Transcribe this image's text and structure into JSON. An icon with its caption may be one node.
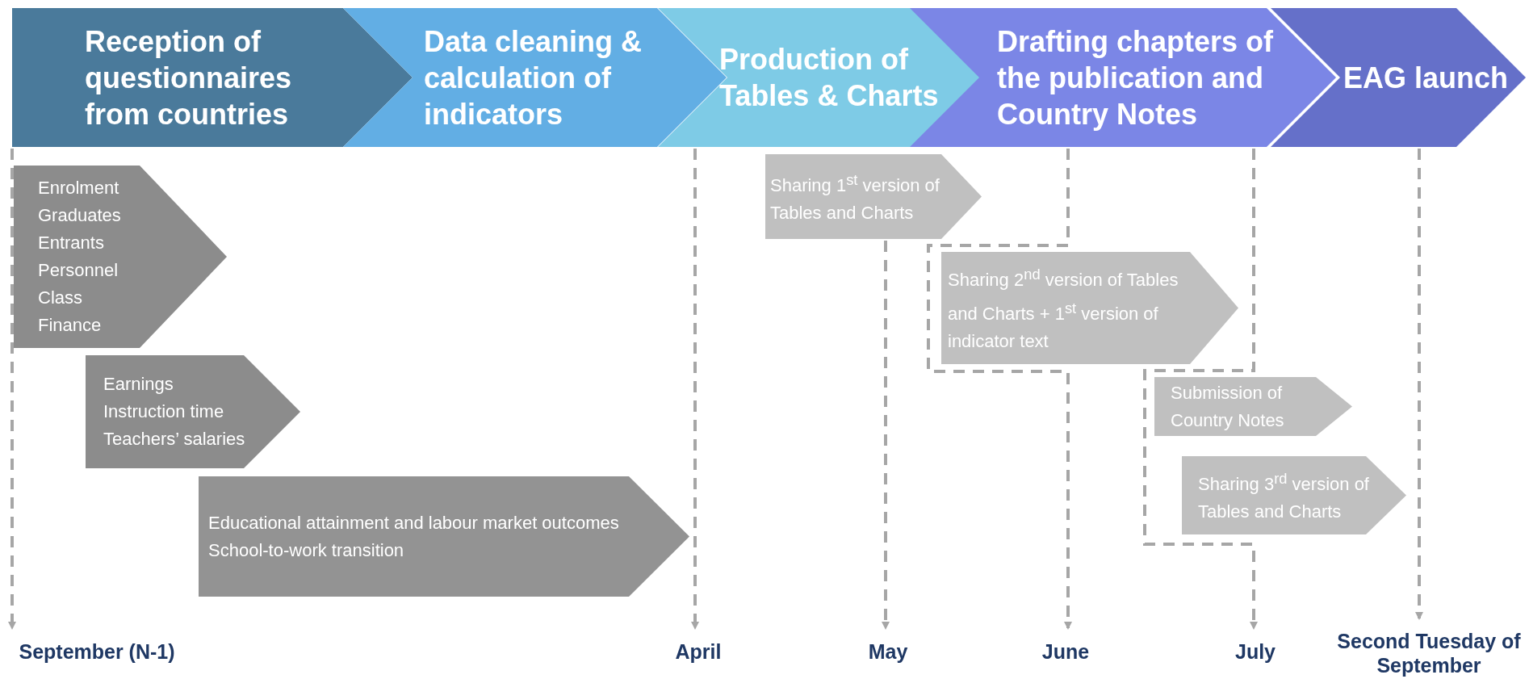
{
  "diagram": {
    "nodes": [
      {
        "text": [
          "Reception of questionnaires from countries"
        ]
      },
      {
        "text": [
          "Data cleaning & calculation of indicators"
        ]
      },
      {
        "text": [
          "Production of Tables & Charts"
        ]
      },
      {
        "text": [
          "Drafting chapters of the publication and Country Notes"
        ]
      },
      {
        "text": [
          "EAG launch"
        ]
      },
      {
        "text": [
          "Enrolment",
          "Graduates",
          "Entrants",
          "Personnel",
          "Class",
          "Finance"
        ]
      },
      {
        "text": [
          "Earnings",
          "Instruction time",
          "Teachers’ salaries"
        ]
      },
      {
        "text": [
          "Educational attainment and labour market outcomes",
          "School-to-work transition"
        ]
      },
      {
        "text": [
          "Sharing 1$^{st}$ version of Tables and Charts"
        ]
      },
      {
        "text": [
          "Sharing 2$^{nd}$ version of Tables and Charts + 1$^{st}$ version of indicator text"
        ]
      },
      {
        "text": [
          "Submission of Country Notes"
        ]
      },
      {
        "text": [
          "Sharing 3$^{rd}$ version of Tables and Charts"
        ]
      },
      {
        "text": [
          "September (N-1)"
        ]
      },
      {
        "text": [
          "April"
        ]
      },
      {
        "text": [
          "May"
        ]
      },
      {
        "text": [
          "June"
        ]
      },
      {
        "text": [
          "July"
        ]
      },
      {
        "text": [
          "Second Tuesday of September"
        ]
      }
    ],
    "edges": [
      {
        "from": 0,
        "to": 12,
        "arrow": "to",
        "style": "dashed"
      },
      {
        "from": 2,
        "to": 13,
        "arrow": "to",
        "style": "dashed"
      },
      {
        "from": 8,
        "to": 14,
        "arrow": "to",
        "style": "dashed"
      },
      {
        "from": 3,
        "to": 15,
        "arrow": "to",
        "style": "dashed"
      },
      {
        "from": 3,
        "to": 16,
        "arrow": "to",
        "style": "dashed"
      },
      {
        "from": 4,
        "to": 17,
        "arrow": "to",
        "style": "dashed"
      }
    ]
  }
}
